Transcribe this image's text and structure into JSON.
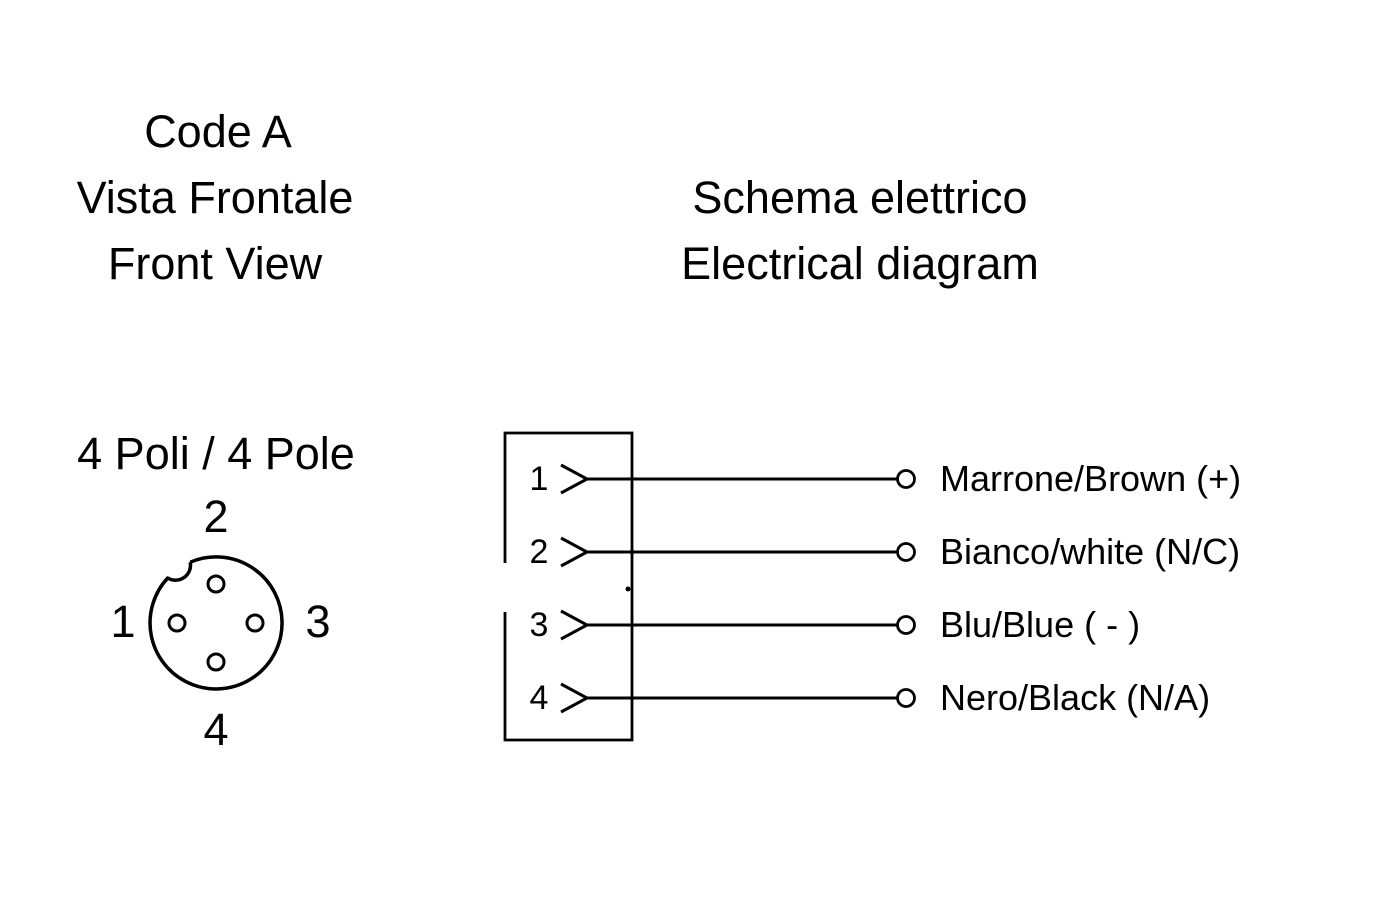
{
  "page": {
    "background_color": "#ffffff",
    "ink_color": "#000000"
  },
  "front_view": {
    "code": "Code A",
    "title_it": "Vista Frontale",
    "title_en": "Front View",
    "poles": "4 Poli / 4 Pole",
    "pin_labels": [
      "1",
      "2",
      "3",
      "4"
    ]
  },
  "diagram": {
    "title_it": "Schema elettrico",
    "title_en": "Electrical diagram",
    "rows": [
      {
        "pin": "1",
        "label": "Marrone/Brown (+)"
      },
      {
        "pin": "2",
        "label": "Bianco/white (N/C)"
      },
      {
        "pin": "3",
        "label": "Blu/Blue ( - )"
      },
      {
        "pin": "4",
        "label": "Nero/Black (N/A)"
      }
    ]
  }
}
